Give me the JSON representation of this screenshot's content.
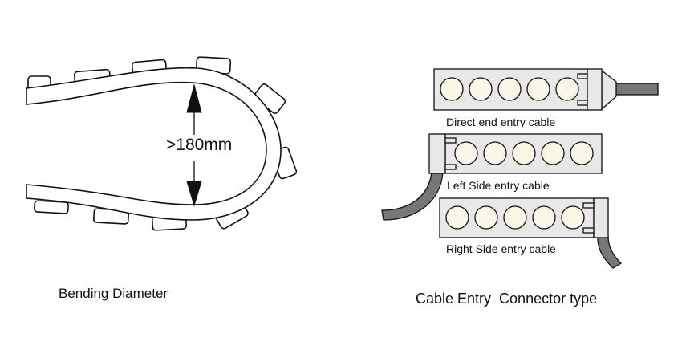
{
  "bending": {
    "caption": "Bending Diameter",
    "dimension": ">180mm"
  },
  "connectors": {
    "caption": "Cable Entry  Connector type",
    "variants": [
      {
        "label": "Direct end entry cable"
      },
      {
        "label": "Left Side entry cable"
      },
      {
        "label": "Right Side entry cable"
      }
    ]
  },
  "colors": {
    "strip": "#e8e8e8",
    "led": "#fbf7e6",
    "cable": "#777777",
    "line": "#111111"
  }
}
